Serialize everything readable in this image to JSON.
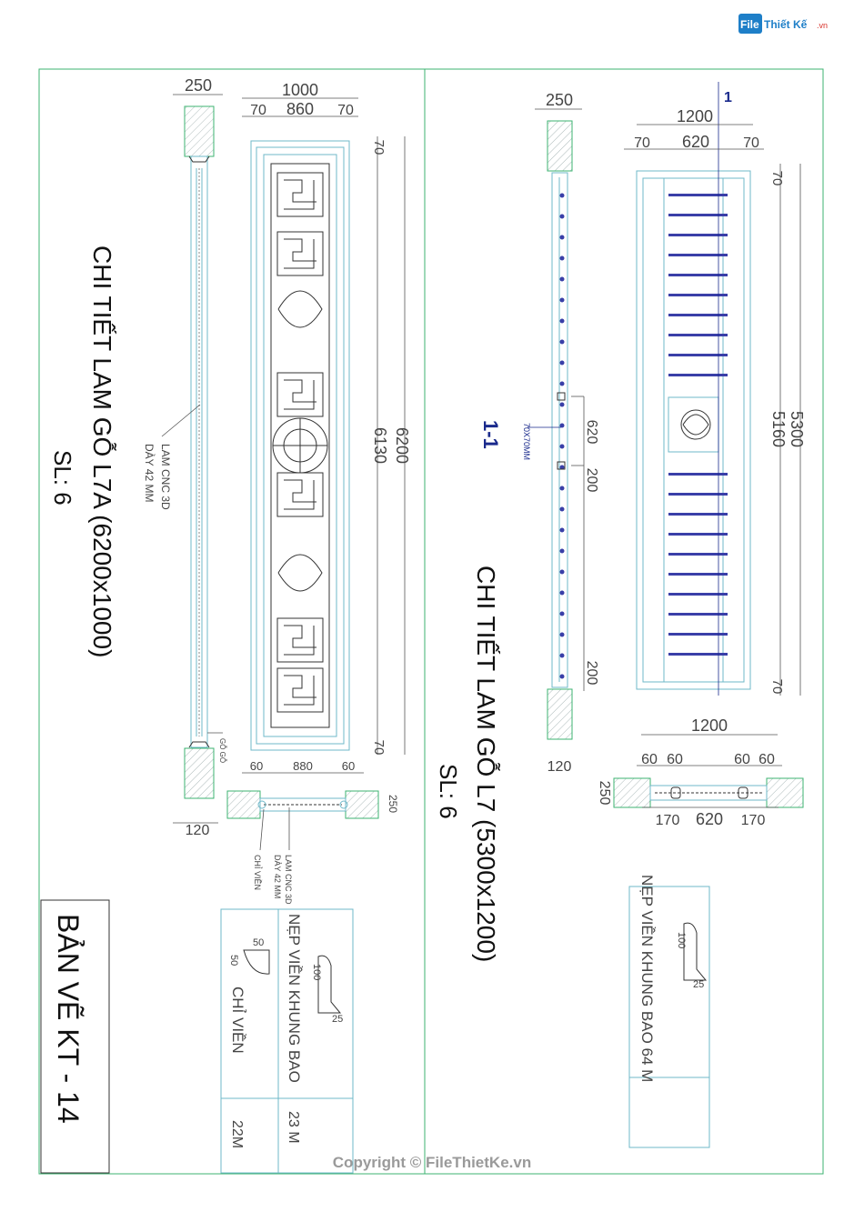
{
  "logo": {
    "file": "File",
    "rest": "Thiết Kế",
    "vn": ".vn"
  },
  "copyright": "Copyright © FileThietKe.vn",
  "left": {
    "title": "CHI TIẾT LAM GỖ L7A (6200x1000)",
    "qty": "SL: 6",
    "dims": {
      "top": "1000",
      "a": "70",
      "b": "860",
      "c": "70",
      "side": "250",
      "h1": "6200",
      "h2": "6130",
      "t70": "70",
      "b70": "70",
      "bot": "120"
    },
    "note1": "LAM CNC 3D",
    "note2": "DÀY 42 MM",
    "gogo": "GỖ GỖ",
    "plan": {
      "d1": "60",
      "d2": "880",
      "d3": "60",
      "d4": "250"
    },
    "callout1": "CHỈ VIỀN",
    "callout2a": "LAM CNC 3D",
    "callout2b": "DÀY 42 MM"
  },
  "right": {
    "title": "CHI TIẾT LAM GỖ L7 (5300x1200)",
    "qty": "SL: 6",
    "dims": {
      "top": "1200",
      "a": "70",
      "b": "620",
      "c": "70",
      "side": "250",
      "h1": "5300",
      "h2": "5160",
      "t70": "70",
      "b70": "70",
      "bot": "120",
      "d620": "620",
      "d200a": "200",
      "d200b": "200"
    },
    "section": "1-1",
    "cut": "1",
    "post": "70X70MM",
    "plan": {
      "top": "1200",
      "l1": "60",
      "l2": "60",
      "r1": "60",
      "r2": "60",
      "s250": "250",
      "b1": "170",
      "b2": "620",
      "b3": "170"
    }
  },
  "table1": {
    "row1": "NẸP VIỀN KHUNG BAO",
    "row1v": "23 M",
    "row2": "CHỈ VIỀN",
    "row2v": "22M",
    "d100": "100",
    "d25": "25",
    "d50a": "50",
    "d50b": "50"
  },
  "table2": {
    "row1": "NẸP VIỀN KHUNG BAO 64 M",
    "d100": "100",
    "d25": "25"
  },
  "sheet": "BẢN VẼ KT - 14"
}
